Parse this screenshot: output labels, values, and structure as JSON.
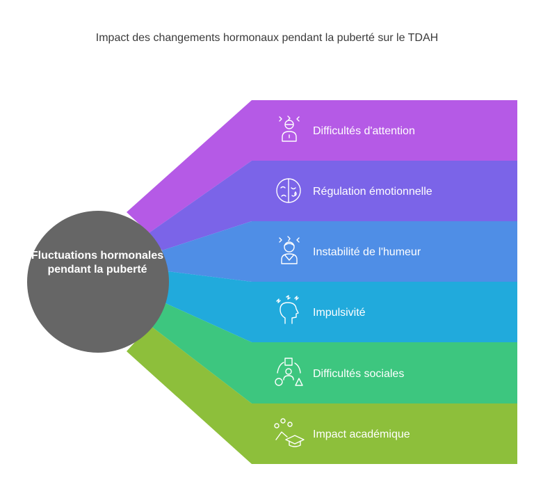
{
  "title": "Impact des changements hormonaux pendant la puberté sur le TDAH",
  "center": {
    "label": "Fluctuations hormonales pendant la puberté",
    "color": "#666666"
  },
  "bands": [
    {
      "label": "Difficultés d'attention",
      "color": "#b55ae6",
      "icon": "distracted-person-icon"
    },
    {
      "label": "Régulation émotionnelle",
      "color": "#7b64e8",
      "icon": "emotion-face-icon"
    },
    {
      "label": "Instabilité de l'humeur",
      "color": "#4f8ee6",
      "icon": "stressed-person-icon"
    },
    {
      "label": "Impulsivité",
      "color": "#21aadc",
      "icon": "head-impulse-icon"
    },
    {
      "label": "Difficultés sociales",
      "color": "#3dc67f",
      "icon": "social-shapes-icon"
    },
    {
      "label": "Impact académique",
      "color": "#8dbf3b",
      "icon": "graduation-cap-icon"
    }
  ]
}
